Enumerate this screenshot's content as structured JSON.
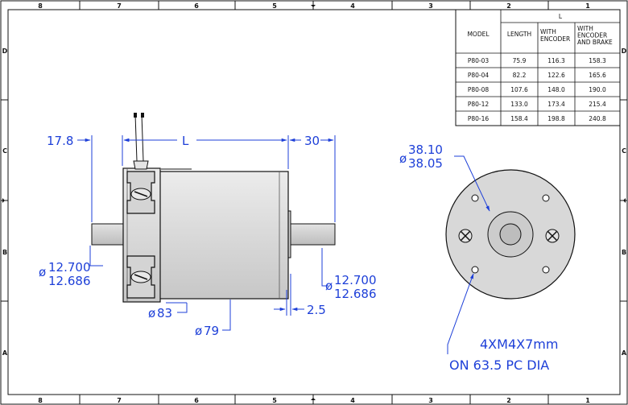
{
  "border_zones": {
    "columns": [
      "8",
      "7",
      "6",
      "5",
      "4",
      "3",
      "2",
      "1"
    ],
    "rows": [
      "D",
      "C",
      "B",
      "A"
    ]
  },
  "table": {
    "group_header": "L",
    "headers": [
      "MODEL",
      "LENGTH",
      "WITH ENCODER",
      "WITH ENCODER AND BRAKE"
    ],
    "rows": [
      [
        "P80-03",
        "75.9",
        "116.3",
        "158.3"
      ],
      [
        "P80-04",
        "82.2",
        "122.6",
        "165.6"
      ],
      [
        "P80-08",
        "107.6",
        "148.0",
        "190.0"
      ],
      [
        "P80-12",
        "133.0",
        "173.4",
        "215.4"
      ],
      [
        "P80-16",
        "158.4",
        "198.8",
        "240.8"
      ]
    ]
  },
  "dimensions": {
    "rear_shaft_length": "17.8",
    "body_length": "L",
    "front_shaft_length": "30",
    "rear_shaft_dia_max": "12.700",
    "rear_shaft_dia_min": "12.686",
    "front_shaft_dia_max": "12.700",
    "front_shaft_dia_min": "12.686",
    "flange_dia": "83",
    "body_dia": "79",
    "pilot_length": "2.5",
    "pilot_dia_max": "38.10",
    "pilot_dia_min": "38.05",
    "mount_holes_line1": "4XM4X7mm",
    "mount_holes_line2": "ON 63.5 PC DIA"
  },
  "symbols": {
    "diameter": "ø"
  },
  "colors": {
    "dimension": "#1d3fd8",
    "line": "#111111",
    "body_fill": "#d8d8d8"
  }
}
